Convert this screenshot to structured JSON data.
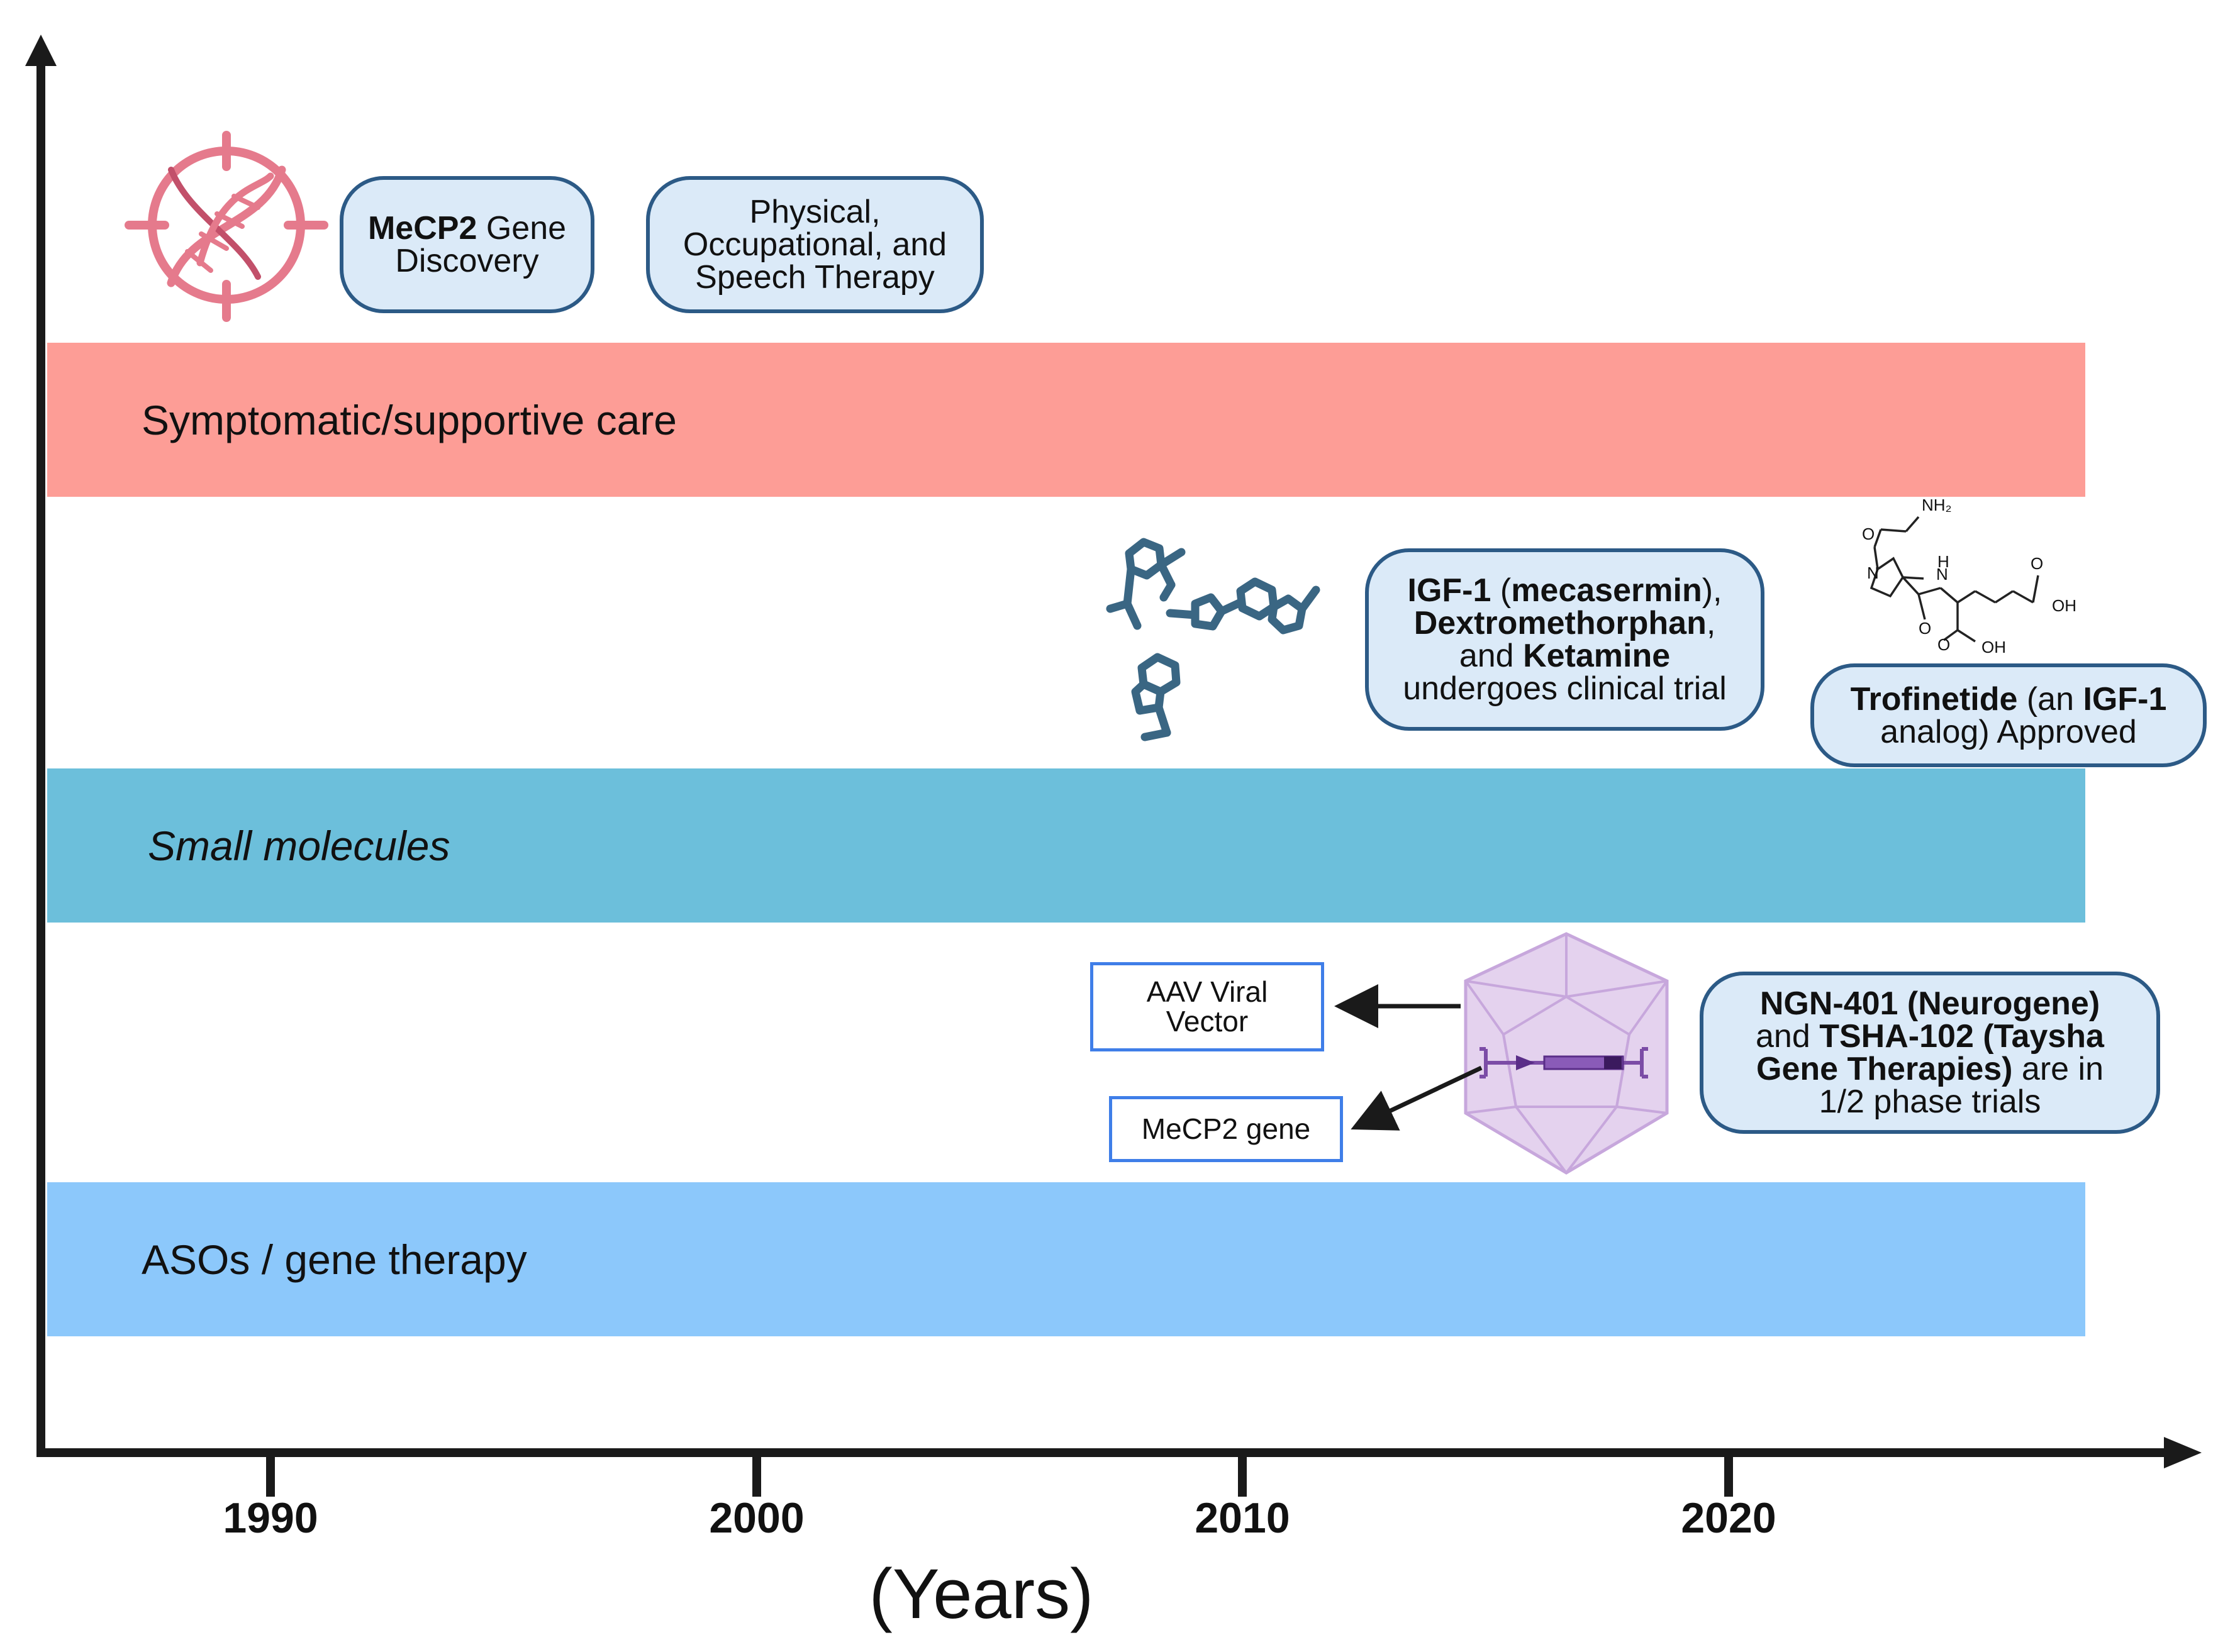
{
  "axis": {
    "x_title": "(Years)",
    "ticks": [
      "1990",
      "2000",
      "2010",
      "2020"
    ]
  },
  "bands": {
    "supportive": {
      "label": "Symptomatic/supportive care",
      "color": "#fd9d96"
    },
    "small_molecules": {
      "label": "Small molecules",
      "color": "#6cbfdb"
    },
    "gene_therapy": {
      "label": "ASOs / gene therapy",
      "color": "#8cc8fb"
    }
  },
  "milestones": {
    "mecp2_discovery": {
      "bold": "MeCP2",
      "rest": " Gene",
      "line2": "Discovery"
    },
    "therapy": {
      "line1": "Physical,",
      "line2": "Occupational, and",
      "line3": "Speech Therapy"
    },
    "igf1_trial": {
      "l1_bold": "IGF-1",
      "l1_rest": " (",
      "l1_bold2": "mecasermin",
      "l1_end": "),",
      "l2_bold": "Dextromethorphan",
      "l2_end": ",",
      "l3_pre": "and ",
      "l3_bold": "Ketamine",
      "l4": "undergoes clinical trial"
    },
    "trofinetide": {
      "l1_bold": "Trofinetide",
      "l1_rest": " (an ",
      "l1_bold2": "IGF-1",
      "l2": "analog) Approved"
    },
    "ngn401": {
      "l1_bold": "NGN-401 (Neurogene)",
      "l2_pre": "and ",
      "l2_bold": "TSHA-102 (Taysha",
      "l3_bold": "Gene Therapies)",
      "l3_rest": " are in",
      "l4": "1/2 phase trials"
    }
  },
  "vector_labels": {
    "aav_line1": "AAV Viral",
    "aav_line2": "Vector",
    "gene": "MeCP2 gene"
  },
  "chemistry": {
    "nh2": "NH₂",
    "o1": "O",
    "n": "N",
    "h": "H",
    "nh": "N",
    "o2": "O",
    "oh1": "OH",
    "o3": "O",
    "oh2": "OH"
  },
  "icons": [
    "dna-target-icon",
    "small-molecules-icon",
    "trofinetide-structure-icon",
    "aav-capsid-icon"
  ]
}
